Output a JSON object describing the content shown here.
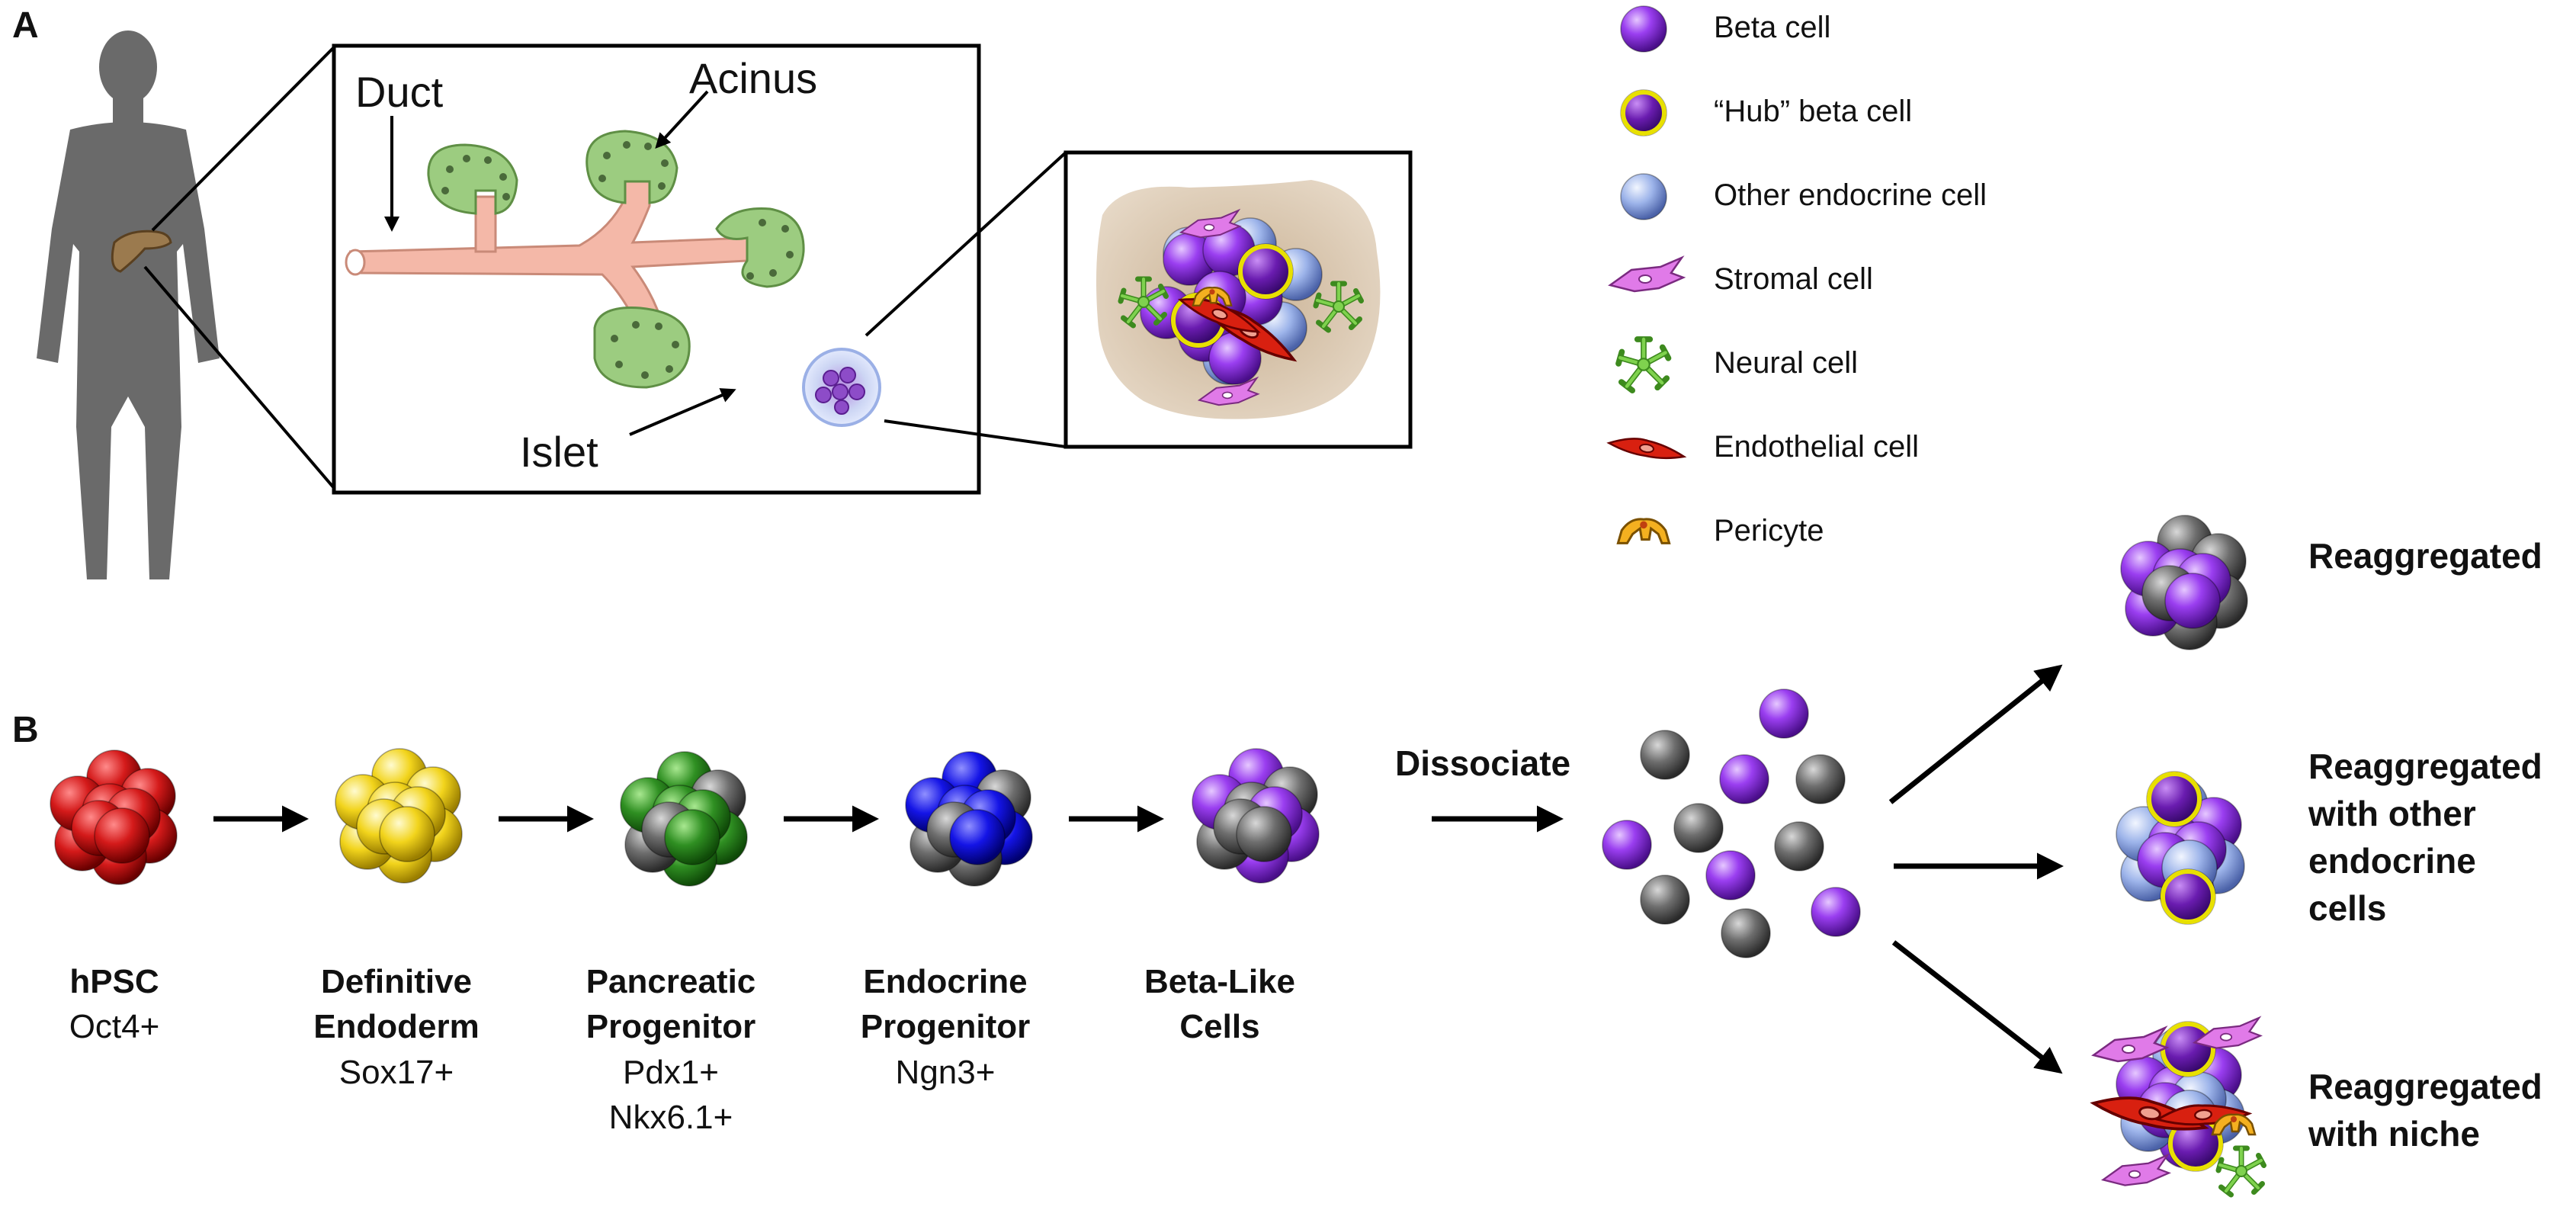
{
  "panels": {
    "a": "A",
    "b": "B"
  },
  "anatomy": {
    "duct": "Duct",
    "acinus": "Acinus",
    "islet": "Islet"
  },
  "legend": [
    {
      "label": "Beta cell",
      "icon": "beta-cell-icon"
    },
    {
      "label": "“Hub” beta cell",
      "icon": "hub-beta-cell-icon"
    },
    {
      "label": "Other endocrine cell",
      "icon": "other-endocrine-cell-icon"
    },
    {
      "label": "Stromal cell",
      "icon": "stromal-cell-icon"
    },
    {
      "label": "Neural cell",
      "icon": "neural-cell-icon"
    },
    {
      "label": "Endothelial cell",
      "icon": "endothelial-cell-icon"
    },
    {
      "label": "Pericyte",
      "icon": "pericyte-icon"
    }
  ],
  "stages": [
    {
      "name": "hPSC",
      "markers": [
        "Oct4+"
      ]
    },
    {
      "name": "Definitive Endoderm",
      "name_lines": [
        "Definitive",
        "Endoderm"
      ],
      "markers": [
        "Sox17+"
      ]
    },
    {
      "name": "Pancreatic Progenitor",
      "name_lines": [
        "Pancreatic",
        "Progenitor"
      ],
      "markers": [
        "Pdx1+",
        "Nkx6.1+"
      ]
    },
    {
      "name": "Endocrine Progenitor",
      "name_lines": [
        "Endocrine",
        "Progenitor"
      ],
      "markers": [
        "Ngn3+"
      ]
    },
    {
      "name": "Beta-Like Cells",
      "name_lines": [
        "Beta-Like",
        "Cells"
      ],
      "markers": []
    }
  ],
  "dissociate": "Dissociate",
  "outcomes": [
    {
      "lines": [
        "Reaggregated"
      ]
    },
    {
      "lines": [
        "Reaggregated",
        "with other",
        "endocrine",
        "cells"
      ]
    },
    {
      "lines": [
        "Reaggregated",
        "with niche"
      ]
    }
  ],
  "colors": {
    "beta": "#8a2be2",
    "hub_ring": "#e8e000",
    "other_endocrine": "#8fa8e0",
    "grey_cell": "#666666",
    "hpsc": "#d01818",
    "endoderm": "#f0d020",
    "pancreatic_green": "#2e8b22",
    "endocrine_blue": "#1010e0",
    "stromal": "#e070e8",
    "neural": "#6ac040",
    "endothelial": "#d02010",
    "pericyte": "#f0b020",
    "body": "#6a6a6a",
    "duct": "#f4b8a8",
    "acinus": "#9ccc80"
  }
}
